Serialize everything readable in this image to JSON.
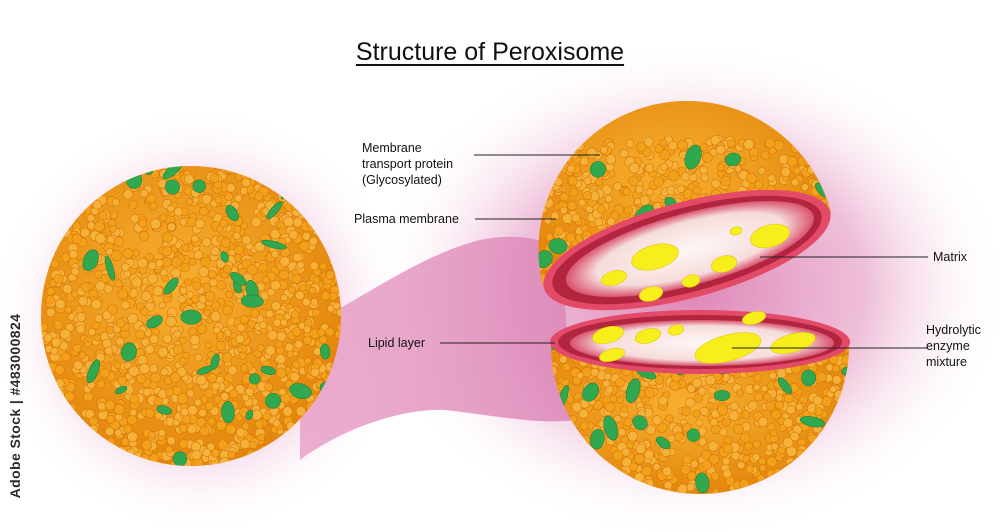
{
  "title": "Structure of Peroxisome",
  "labels": {
    "membrane_transport_protein": "Membrane\ntransport protein\n(Glycosylated)",
    "plasma_membrane": "Plasma membrane",
    "matrix": "Matrix",
    "lipid_layer": "Lipid layer",
    "hydrolytic_enzyme_mixture": "Hydrolytic\nenzyme\nmixture"
  },
  "watermark": "Adobe Stock | #483000824",
  "colors": {
    "background_glow": "#e7a6c8",
    "lipid_bead": "#f2a11a",
    "lipid_bead_dark": "#d9770a",
    "protein": "#2fa84f",
    "membrane": "#cc3355",
    "matrix": "#fbe9ea",
    "enzyme": "#f6ef1c"
  }
}
